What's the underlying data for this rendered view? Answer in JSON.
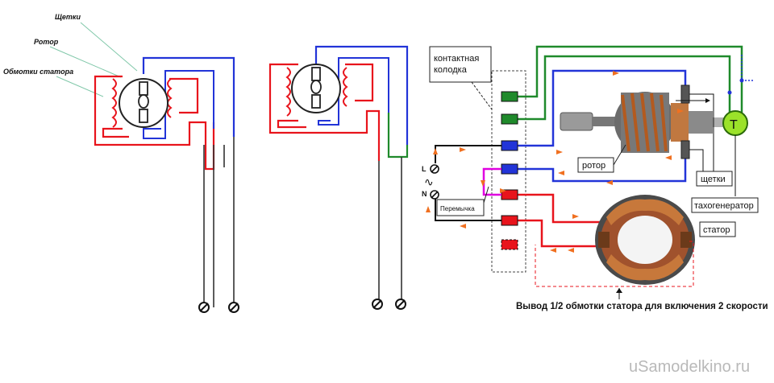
{
  "left_diagram": {
    "labels": {
      "brushes": "Щетки",
      "rotor": "Ротор",
      "stator_windings": "Обмотки статора"
    }
  },
  "right_diagram": {
    "labels": {
      "terminal_block": "контактная колодка",
      "rotor": "ротор",
      "brushes": "щетки",
      "tachogenerator": "тахогенератор",
      "tacho_symbol": "T",
      "stator": "статор",
      "jumper": "Перемычка",
      "line_L": "L",
      "line_N": "N",
      "ac_symbol": "∿",
      "footnote": "Вывод 1/2 обмотки статора для включения 2 скорости"
    }
  },
  "watermark": "uSamodelkino.ru",
  "colors": {
    "red": "#e8141c",
    "blue": "#2234d8",
    "green": "#1f8a2b",
    "magenta": "#e000e0",
    "black": "#111111",
    "orange_arrow": "#f07020",
    "tacho_fill": "#9be22a"
  }
}
